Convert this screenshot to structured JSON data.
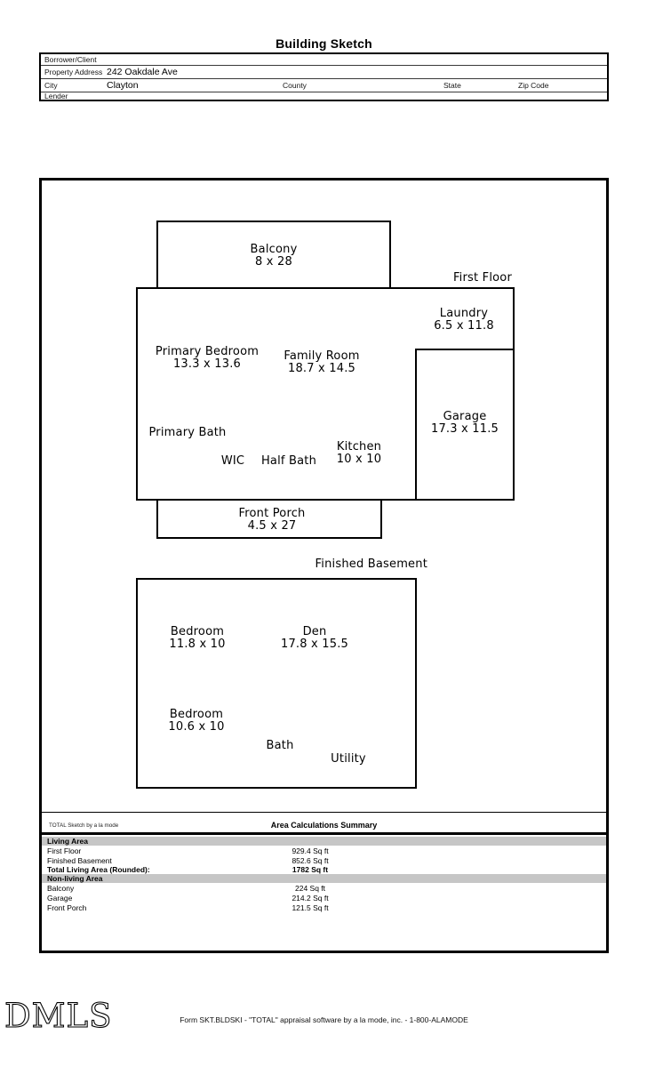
{
  "title": "Building Sketch",
  "form": {
    "borrower_label": "Borrower/Client",
    "borrower_value": "",
    "property_address_label": "Property Address",
    "property_address_value": "242 Oakdale Ave",
    "city_label": "City",
    "city_value": "Clayton",
    "county_label": "County",
    "county_value": "",
    "state_label": "State",
    "state_value": "",
    "zip_label": "Zip Code",
    "zip_value": "",
    "lender_label": "Lender",
    "lender_value": ""
  },
  "sketch": {
    "first_floor": {
      "title": "First Floor",
      "balcony": {
        "name": "Balcony",
        "dims": "8 x 28"
      },
      "laundry": {
        "name": "Laundry",
        "dims": "6.5 x 11.8"
      },
      "primary_bedroom": {
        "name": "Primary Bedroom",
        "dims": "13.3 x 13.6"
      },
      "family_room": {
        "name": "Family Room",
        "dims": "18.7 x 14.5"
      },
      "garage": {
        "name": "Garage",
        "dims": "17.3 x 11.5"
      },
      "primary_bath": {
        "name": "Primary Bath"
      },
      "wic": {
        "name": "WIC"
      },
      "half_bath": {
        "name": "Half Bath"
      },
      "kitchen": {
        "name": "Kitchen",
        "dims": "10 x 10"
      },
      "front_porch": {
        "name": "Front Porch",
        "dims": "4.5 x 27"
      }
    },
    "basement": {
      "title": "Finished Basement",
      "bedroom1": {
        "name": "Bedroom",
        "dims": "11.8 x 10"
      },
      "den": {
        "name": "Den",
        "dims": "17.8 x 15.5"
      },
      "bedroom2": {
        "name": "Bedroom",
        "dims": "10.6 x 10"
      },
      "bath": {
        "name": "Bath"
      },
      "utility": {
        "name": "Utility"
      }
    }
  },
  "summary": {
    "watermark": "TOTAL Sketch by a la mode",
    "title": "Area Calculations Summary",
    "living_header": "Living Area",
    "rows_living": [
      {
        "label": "First Floor",
        "value": "929.4 Sq ft"
      },
      {
        "label": "Finished Basement",
        "value": "852.6 Sq ft"
      },
      {
        "label": "Total Living Area (Rounded):",
        "value": "1782 Sq ft"
      }
    ],
    "nonliving_header": "Non-living Area",
    "rows_nonliving": [
      {
        "label": "Balcony",
        "value": "224 Sq ft"
      },
      {
        "label": "Garage",
        "value": "214.2 Sq ft"
      },
      {
        "label": "Front Porch",
        "value": "121.5 Sq ft"
      }
    ]
  },
  "footer": {
    "logo": "DMLS",
    "form_text": "Form SKT.BLDSKI - \"TOTAL\" appraisal software by a la mode, inc. - 1-800-ALAMODE"
  },
  "colors": {
    "ink": "#000000",
    "paper": "#ffffff",
    "band_gray": "#c6c6c6"
  }
}
